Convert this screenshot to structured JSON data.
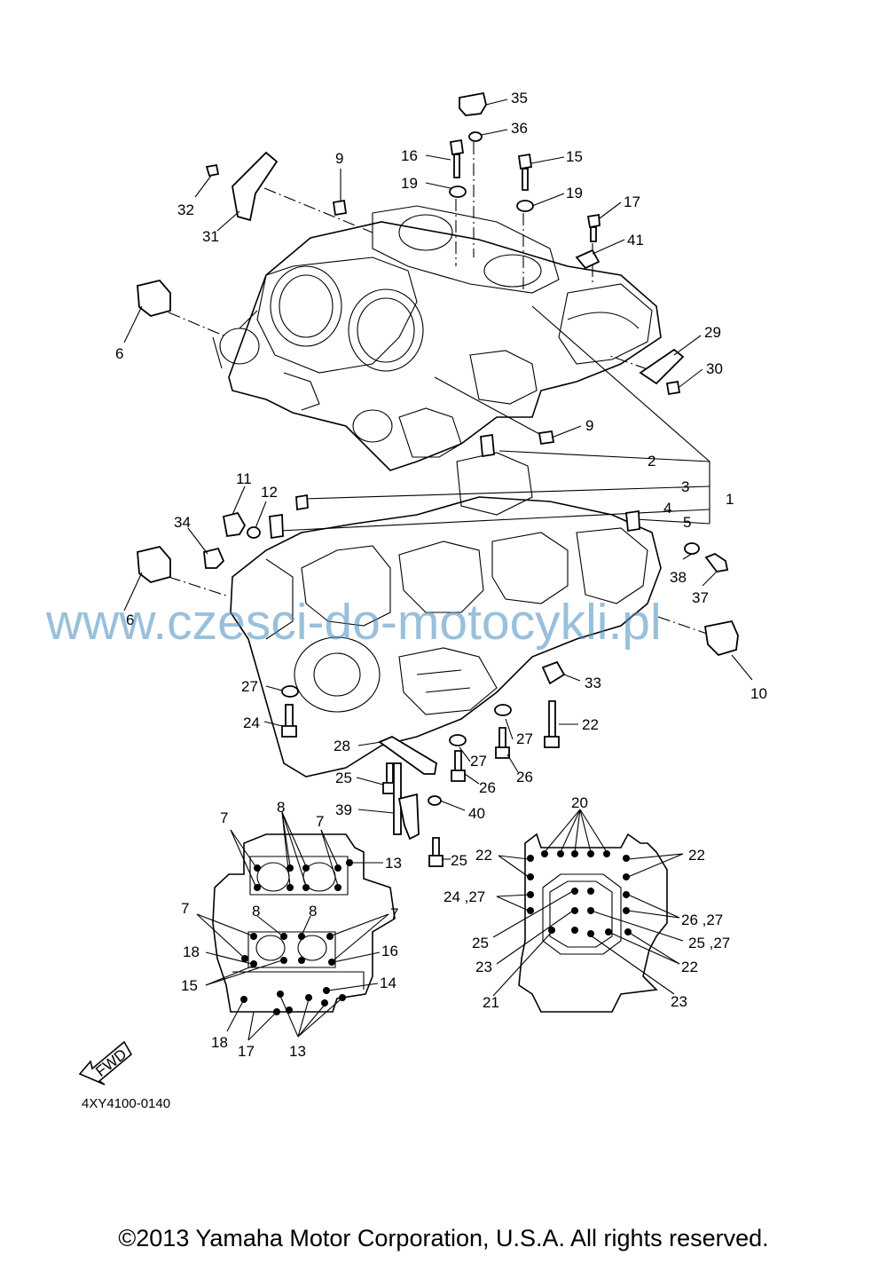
{
  "watermark": "www.czesci-do-motocykli.pl",
  "diagram_code": "4XY4100-0140",
  "copyright": "©2013 Yamaha Motor Corporation, U.S.A. All rights reserved.",
  "fwd_label": "FWD",
  "labels": {
    "l1": "1",
    "l2": "2",
    "l3": "3",
    "l4": "4",
    "l5": "5",
    "l6a": "6",
    "l6b": "6",
    "l7a": "7",
    "l7b": "7",
    "l7c": "7",
    "l7d": "7",
    "l8a": "8",
    "l8b": "8",
    "l8c": "8",
    "l9a": "9",
    "l9b": "9",
    "l10": "10",
    "l11": "11",
    "l12": "12",
    "l13a": "13",
    "l13b": "13",
    "l14": "14",
    "l15a": "15",
    "l15b": "15",
    "l16a": "16",
    "l16b": "16",
    "l17a": "17",
    "l17b": "17",
    "l18a": "18",
    "l18b": "18",
    "l19a": "19",
    "l19b": "19",
    "l20": "20",
    "l21": "21",
    "l22a": "22",
    "l22b": "22",
    "l22c": "22",
    "l22d": "22",
    "l23a": "23",
    "l23b": "23",
    "l24a": "24",
    "l24b": "24 ,27",
    "l25a": "25",
    "l25b": "25",
    "l25c": "25",
    "l25d": "25 ,27",
    "l26a": "26",
    "l26b": "26",
    "l26c": "26 ,27",
    "l27a": "27",
    "l27b": "27",
    "l27c": "27",
    "l28": "28",
    "l29": "29",
    "l30": "30",
    "l31": "31",
    "l32": "32",
    "l33": "33",
    "l34": "34",
    "l35": "35",
    "l36": "36",
    "l37": "37",
    "l38": "38",
    "l39": "39",
    "l40": "40",
    "l41": "41"
  }
}
